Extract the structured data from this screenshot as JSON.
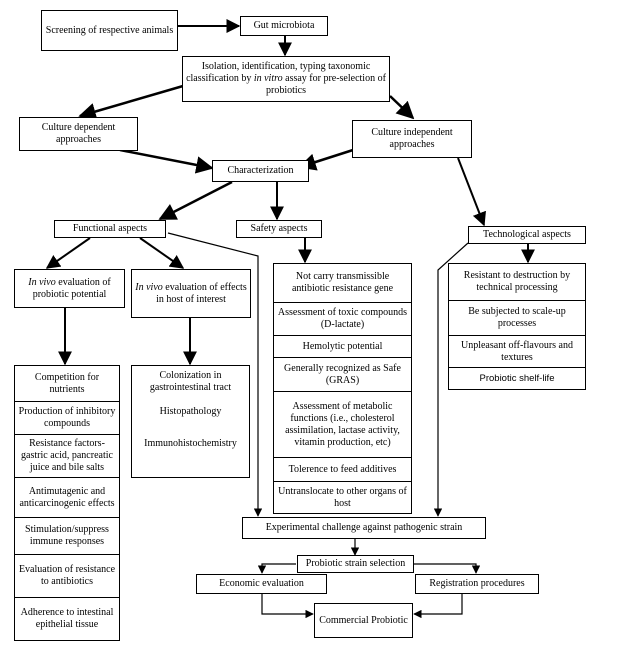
{
  "nodes": {
    "screening": "Screening of respective animals",
    "gut": "Gut microbiota",
    "isolation_pre": "Isolation, identification, typing taxonomic classification by ",
    "isolation_italic": "in vitro",
    "isolation_post": " assay for pre-selection of probiotics",
    "culture_dep": "Culture dependent approaches",
    "culture_indep": "Culture independent approaches",
    "characterization": "Characterization",
    "functional": "Functional aspects",
    "safety": "Safety aspects",
    "technological": "Technological aspects",
    "invivo1_italic": "In vivo",
    "invivo1_rest": " evaluation of probiotic potential",
    "invivo2_italic": "In vivo",
    "invivo2_rest": " evaluation of effects in host of interest",
    "experimental": "Experimental challenge against pathogenic strain",
    "selection": "Probiotic strain selection",
    "economic": "Economic evaluation",
    "registration": "Registration procedures",
    "commercial": "Commercial Probiotic"
  },
  "functional_list": [
    "Competition for nutrients",
    "Production of inhibitory compounds",
    "Resistance factors-gastric acid, pancreatic juice and bile salts",
    "Antimutagenic and anticarcinogenic effects",
    "Stimulation/suppress immune responses",
    "Evaluation of resistance to antibiotics",
    "Adherence to intestinal epithelial tissue"
  ],
  "host_list": [
    "Colonization in gastrointestinal tract",
    "Histopathology",
    "Immunohistochemistry"
  ],
  "safety_list": [
    "Not carry transmissible antibiotic resistance gene",
    "Assessment of toxic compounds (D-lactate)",
    "Hemolytic potential",
    "Generally recognized as Safe (GRAS)",
    "Assessment of metabolic functions (i.e., cholesterol assimilation, lactase activity, vitamin production, etc)",
    "Tolerence to feed additives",
    "Untranslocate to other organs of host"
  ],
  "tech_list": [
    "Resistant to destruction by technical processing",
    "Be subjected to scale-up processes",
    "Unpleasant off-flavours and textures",
    "Probiotic shelf-life"
  ]
}
